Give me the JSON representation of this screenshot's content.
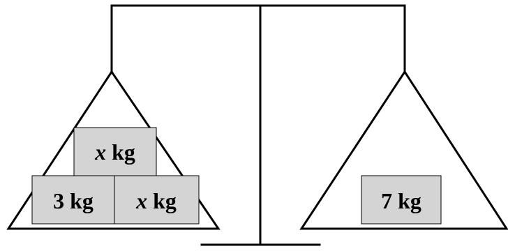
{
  "left_pan": {
    "weights": [
      {
        "variable": "x",
        "unit": "kg"
      },
      {
        "number": "3",
        "unit": "kg"
      },
      {
        "variable": "x",
        "unit": "kg"
      }
    ]
  },
  "right_pan": {
    "weights": [
      {
        "number": "7",
        "unit": "kg"
      }
    ]
  }
}
